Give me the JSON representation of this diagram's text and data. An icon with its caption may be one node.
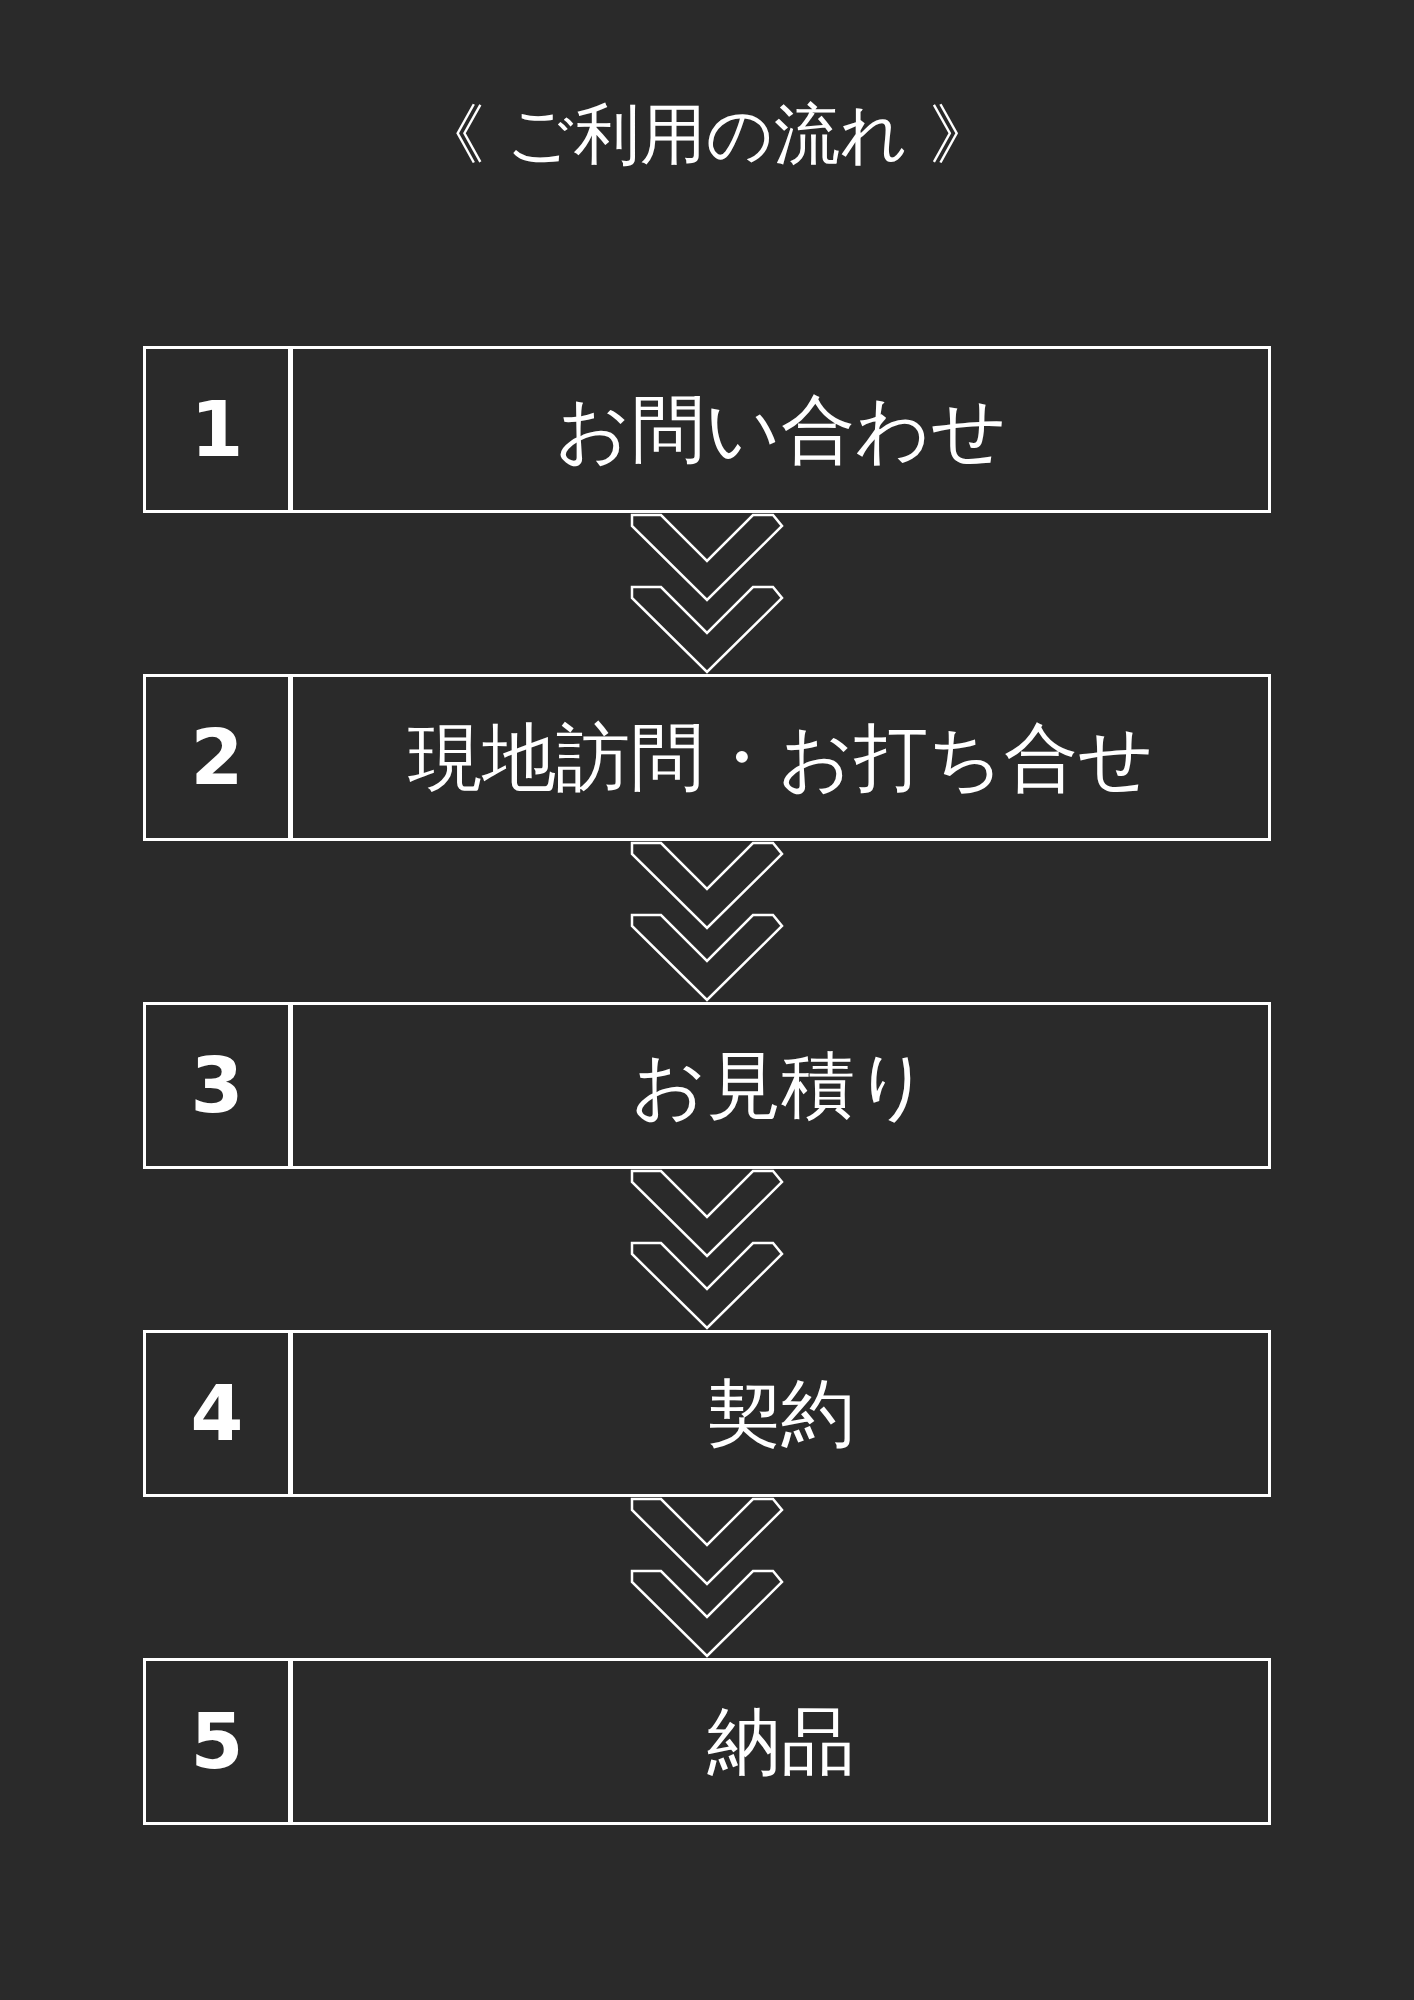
{
  "diagram": {
    "title": "《 ご利用の流れ 》",
    "nodes": [
      {
        "text": [
          "1",
          "お問い合わせ"
        ]
      },
      {
        "text": [
          "2",
          "現地訪問・お打ち合せ"
        ]
      },
      {
        "text": [
          "3",
          "お見積り"
        ]
      },
      {
        "text": [
          "4",
          "契約"
        ]
      },
      {
        "text": [
          "5",
          "納品"
        ]
      }
    ],
    "edges": [
      {
        "from": 0,
        "to": 1,
        "arrow": "to"
      },
      {
        "from": 1,
        "to": 2,
        "arrow": "to"
      },
      {
        "from": 2,
        "to": 3,
        "arrow": "to"
      },
      {
        "from": 3,
        "to": 4,
        "arrow": "to"
      }
    ]
  }
}
